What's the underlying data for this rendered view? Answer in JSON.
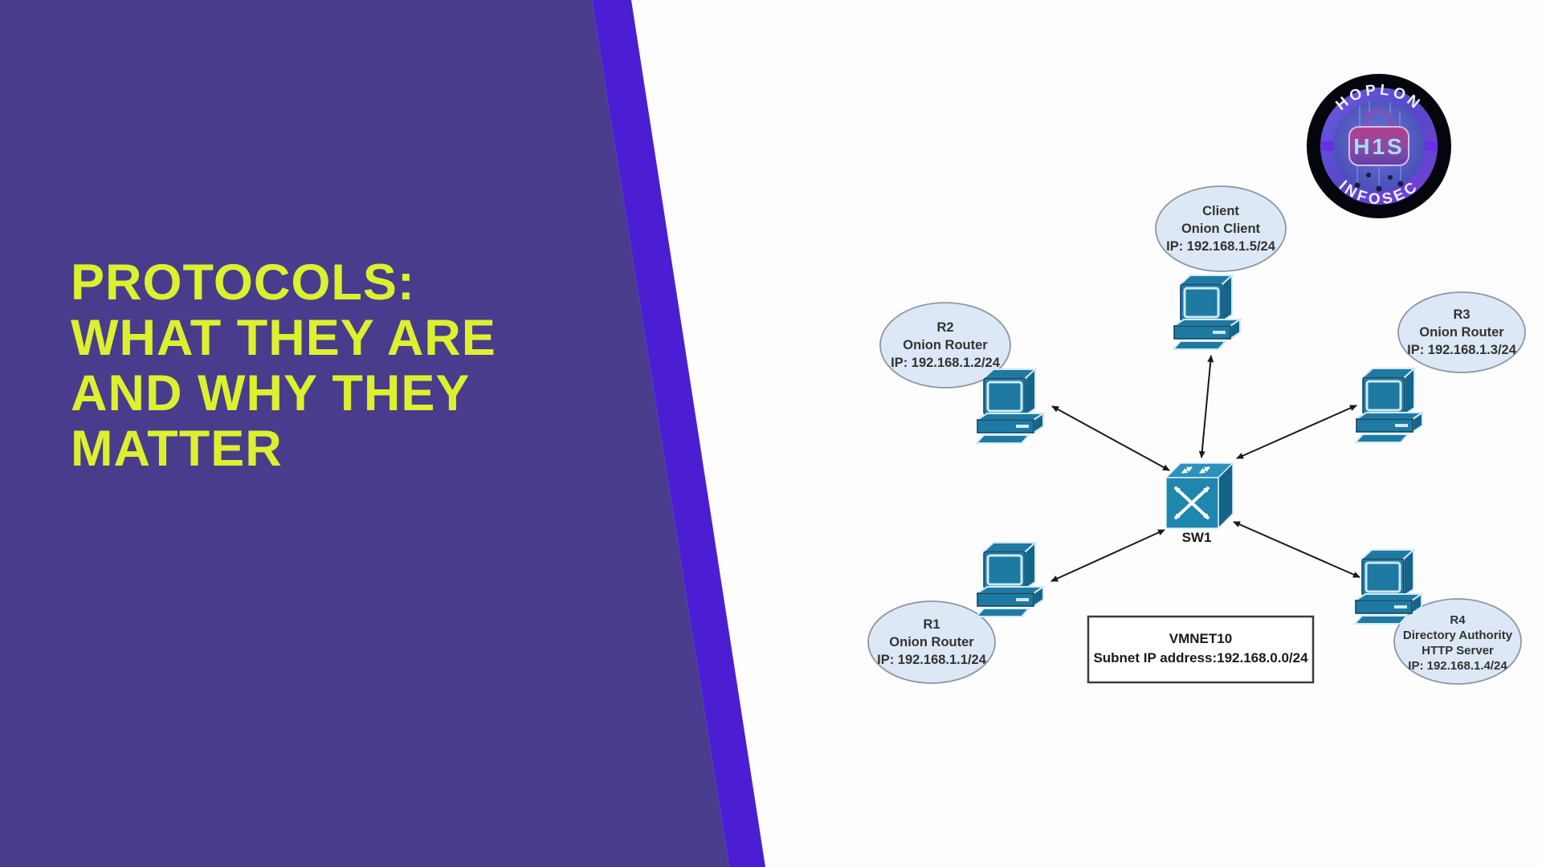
{
  "left_panel": {
    "title_lines": [
      "PROTOCOLS:",
      "WHAT THEY ARE",
      "AND WHY THEY",
      "MATTER"
    ],
    "colors": {
      "background": "#493c8d",
      "stripe": "#4b1ed3",
      "title_text": "#dcf12e"
    }
  },
  "logo": {
    "top_text": "HOPLON",
    "bottom_text": "INFOSEC",
    "center_text": "H1S"
  },
  "diagram": {
    "colors": {
      "node_fill": "#dce8f5",
      "node_stroke": "#8f96a3",
      "device_teal": "#1e7aa3",
      "arrow": "#1a1a1a"
    },
    "switch": {
      "label": "SW1"
    },
    "subnet_box": {
      "line1": "VMNET10",
      "line2": "Subnet IP address:192.168.0.0/24"
    },
    "nodes": [
      {
        "id": "client",
        "lines": [
          "Client",
          "Onion Client",
          "IP: 192.168.1.5/24"
        ]
      },
      {
        "id": "r2",
        "lines": [
          "R2",
          "Onion Router",
          "IP: 192.168.1.2/24"
        ]
      },
      {
        "id": "r3",
        "lines": [
          "R3",
          "Onion Router",
          "IP: 192.168.1.3/24"
        ]
      },
      {
        "id": "r1",
        "lines": [
          "R1",
          "Onion Router",
          "IP: 192.168.1.1/24"
        ]
      },
      {
        "id": "r4",
        "lines": [
          "R4",
          "Directory Authority",
          "HTTP Server",
          "IP: 192.168.1.4/24"
        ]
      }
    ]
  }
}
